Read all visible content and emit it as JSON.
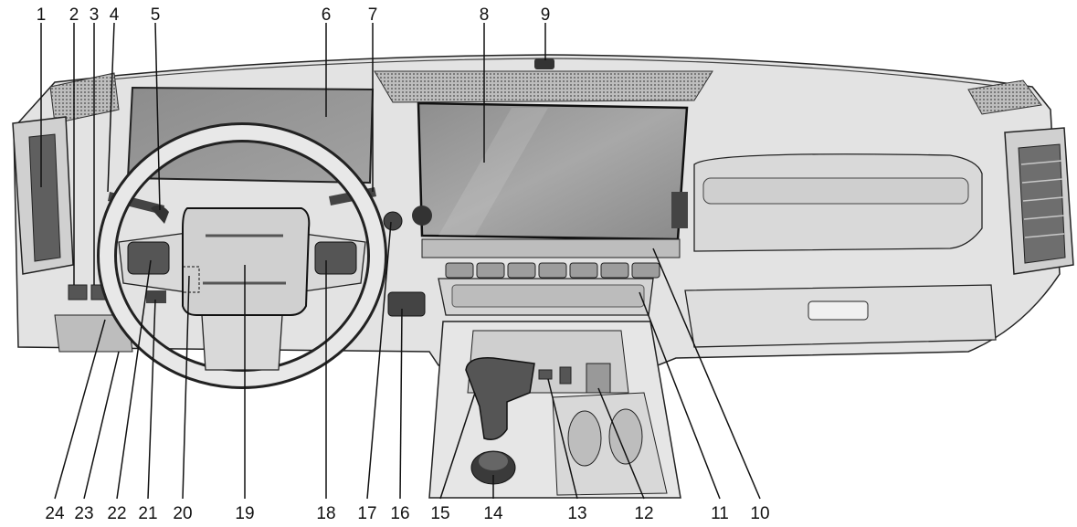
{
  "callouts": {
    "top": [
      "1",
      "2",
      "3",
      "4",
      "5",
      "6",
      "7",
      "8",
      "9"
    ],
    "bottom": [
      "24",
      "23",
      "22",
      "21",
      "20",
      "19",
      "18",
      "17",
      "16",
      "15",
      "14",
      "13",
      "12",
      "11",
      "10"
    ]
  },
  "colors": {
    "ink": "#111111",
    "dash": "#d6d6d6",
    "dash_dark": "#8a8a8a",
    "screen": "#9a9a9a",
    "vent": "#6e6e6e",
    "background": "#ffffff"
  }
}
